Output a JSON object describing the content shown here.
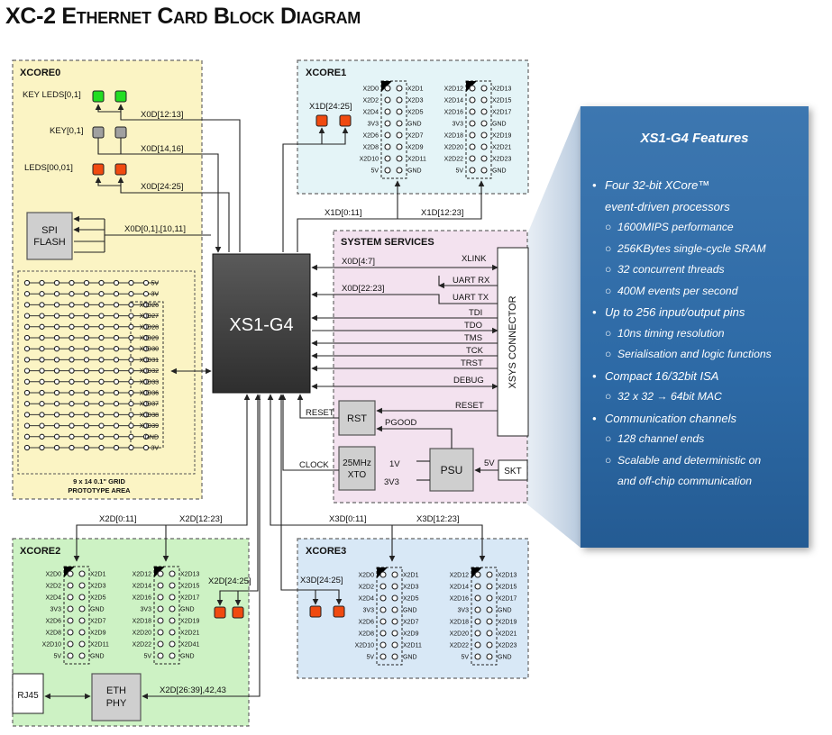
{
  "title": "XC-2 Ethernet Card Block Diagram",
  "center_chip": "XS1-G4",
  "xcore0": {
    "title": "XCORE0",
    "key_leds": "KEY LEDS[0,1]",
    "key": "KEY[0,1]",
    "leds": "LEDS[00,01]",
    "spi_flash_line1": "SPI",
    "spi_flash_line2": "FLASH",
    "bus_key_leds": "X0D[12:13]",
    "bus_key": "X0D[14,16]",
    "bus_leds": "X0D[24:25]",
    "bus_spi": "X0D[0,1],[10,11]",
    "grid_right_labels": [
      "5V",
      "3V",
      "X0D26",
      "X0D27",
      "X0D28",
      "X0D29",
      "X0D30",
      "X0D31",
      "X0D32",
      "X0D33",
      "X0D36",
      "X0D37",
      "X0D38",
      "X0D39",
      "GND",
      "3V"
    ],
    "grid_caption_1": "9 x 14 0.1\" GRID",
    "grid_caption_2": "PROTOTYPE AREA"
  },
  "xcore1": {
    "title": "XCORE1",
    "led_bus": "X1D[24:25]",
    "bus_left": "X1D[0:11]",
    "bus_right": "X1D[12:23]",
    "h1_left": [
      "X2D0",
      "X2D2",
      "X2D4",
      "3V3",
      "X2D6",
      "X2D8",
      "X2D10",
      "5V"
    ],
    "h1_right": [
      "X2D1",
      "X2D3",
      "X2D5",
      "GND",
      "X2D7",
      "X2D9",
      "X2D11",
      "GND"
    ],
    "h2_left": [
      "X2D12",
      "X2D14",
      "X2D16",
      "3V3",
      "X2D18",
      "X2D20",
      "X2D22",
      "5V"
    ],
    "h2_right": [
      "X2D13",
      "X2D15",
      "X2D17",
      "GND",
      "X2D19",
      "X2D21",
      "X2D23",
      "GND"
    ]
  },
  "xcore2": {
    "title": "XCORE2",
    "led_bus": "X2D[24:25]",
    "bus_left": "X2D[0:11]",
    "bus_right": "X2D[12:23]",
    "eth_bus": "X2D[26:39],42,43",
    "rj45": "RJ45",
    "eth_line1": "ETH",
    "eth_line2": "PHY",
    "h1_left": [
      "X2D0",
      "X2D2",
      "X2D4",
      "3V3",
      "X2D6",
      "X2D8",
      "X2D10",
      "5V"
    ],
    "h1_right": [
      "X2D1",
      "X2D3",
      "X2D5",
      "GND",
      "X2D7",
      "X2D9",
      "X2D11",
      "GND"
    ],
    "h2_left": [
      "X2D12",
      "X2D14",
      "X2D16",
      "3V3",
      "X2D18",
      "X2D20",
      "X2D22",
      "5V"
    ],
    "h2_right": [
      "X2D13",
      "X2D15",
      "X2D17",
      "GND",
      "X2D19",
      "X2D21",
      "X2D41",
      "GND"
    ]
  },
  "xcore3": {
    "title": "XCORE3",
    "led_bus": "X3D[24:25]",
    "bus_left": "X3D[0:11]",
    "bus_right": "X3D[12:23]",
    "h1_left": [
      "X2D0",
      "X2D2",
      "X2D4",
      "3V3",
      "X2D6",
      "X2D8",
      "X2D10",
      "5V"
    ],
    "h1_right": [
      "X2D1",
      "X2D3",
      "X2D5",
      "GND",
      "X2D7",
      "X2D9",
      "X2D11",
      "GND"
    ],
    "h2_left": [
      "X2D12",
      "X2D14",
      "X2D16",
      "3V3",
      "X2D18",
      "X2D20",
      "X2D22",
      "5V"
    ],
    "h2_right": [
      "X2D13",
      "X2D15",
      "X2D17",
      "GND",
      "X2D19",
      "X2D21",
      "X2D23",
      "GND"
    ]
  },
  "system_services": {
    "title": "SYSTEM SERVICES",
    "connector": "XSYS CONNECTOR",
    "sig_x0d_4_7": "X0D[4:7]",
    "sig_xlink": "XLINK",
    "sig_uart_rx": "UART RX",
    "sig_x0d_22_23": "X0D[22:23]",
    "sig_uart_tx": "UART TX",
    "sig_tdi": "TDI",
    "sig_tdo": "TDO",
    "sig_tms": "TMS",
    "sig_tck": "TCK",
    "sig_trst": "TRST",
    "sig_debug": "DEBUG",
    "sig_reset": "RESET",
    "reset_left": "RESET",
    "rst": "RST",
    "pgood": "PGOOD",
    "clock": "CLOCK",
    "xto_line1": "25MHz",
    "xto_line2": "XTO",
    "v1": "1V",
    "v3v3": "3V3",
    "psu": "PSU",
    "v5": "5V",
    "skt": "SKT"
  },
  "colors": {
    "xcore0_fill": "#fbf4c4",
    "xcore1_fill": "#e4f4f7",
    "xcore2_fill": "#cdf2c4",
    "xcore3_fill": "#d8e8f6",
    "sys_fill": "#f3e2ef",
    "led_green": "#22dd22",
    "led_red": "#f04a10",
    "key_grey": "#a0a0a0",
    "features_panel": "#2f6aa5"
  },
  "features": {
    "title": "XS1-G4 Features",
    "items": [
      {
        "level": 0,
        "text": "Four 32-bit XCore™"
      },
      {
        "level": 0,
        "cont": true,
        "text": "event-driven processors"
      },
      {
        "level": 1,
        "text": "1600MIPS performance"
      },
      {
        "level": 1,
        "text": "256KBytes single-cycle SRAM"
      },
      {
        "level": 1,
        "text": "32 concurrent threads"
      },
      {
        "level": 1,
        "text": "400M events per second"
      },
      {
        "level": 0,
        "text": "Up to 256 input/output pins"
      },
      {
        "level": 1,
        "text": "10ns timing resolution"
      },
      {
        "level": 1,
        "text": "Serialisation and logic functions"
      },
      {
        "level": 0,
        "text": "Compact 16/32bit ISA"
      },
      {
        "level": 1,
        "text": "32 x 32 → 64bit MAC"
      },
      {
        "level": 0,
        "text": "Communication channels"
      },
      {
        "level": 1,
        "text": "128 channel ends"
      },
      {
        "level": 1,
        "text": "Scalable and deterministic on"
      },
      {
        "level": 1,
        "cont": true,
        "text": "and off-chip communication"
      }
    ]
  }
}
